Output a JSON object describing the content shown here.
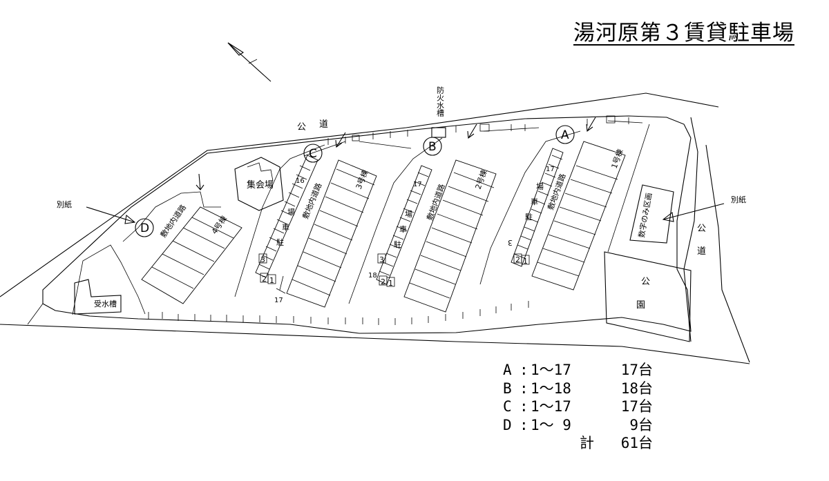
{
  "title": "湯河原第３賃貸駐車場",
  "labels": {
    "fire_water_tank": "防火水槽",
    "public_road_top": [
      "公",
      "道"
    ],
    "public_road_right": [
      "公",
      "道"
    ],
    "annex_left": "別紙",
    "annex_right": "別紙",
    "assembly_hall": "集会場",
    "receiving_tank": "受水槽",
    "park": [
      "公",
      "園"
    ],
    "numbered_section": "数字のみ区画",
    "internal_road": "敷地内道路",
    "parking_lot": [
      "駐",
      "車",
      "場"
    ],
    "building_1": "1号棟",
    "building_2": "2号棟",
    "building_3": "3号棟",
    "building_4": "4号棟"
  },
  "zones": {
    "A": {
      "letter": "A",
      "max_no": "17",
      "start_nos": [
        "2",
        "1"
      ],
      "third": "3"
    },
    "B": {
      "letter": "B",
      "max_no": "17",
      "end_no": "18",
      "start_nos": [
        "2",
        "1"
      ],
      "third": "3"
    },
    "C": {
      "letter": "C",
      "top_no": "16",
      "bottom_no": "17",
      "start_nos": [
        "2",
        "1"
      ],
      "third": "3"
    },
    "D": {
      "letter": "D"
    }
  },
  "legend": {
    "rows": [
      {
        "key": "A",
        "colon": ":",
        "range": "1〜17",
        "count": "17台"
      },
      {
        "key": "B",
        "colon": ":",
        "range": "1〜18",
        "count": "18台"
      },
      {
        "key": "C",
        "colon": ":",
        "range": "1〜17",
        "count": "17台"
      },
      {
        "key": "D",
        "colon": ":",
        "range": "1〜 9",
        "count": "9台"
      }
    ],
    "total_label": "計",
    "total_count": "61台"
  }
}
